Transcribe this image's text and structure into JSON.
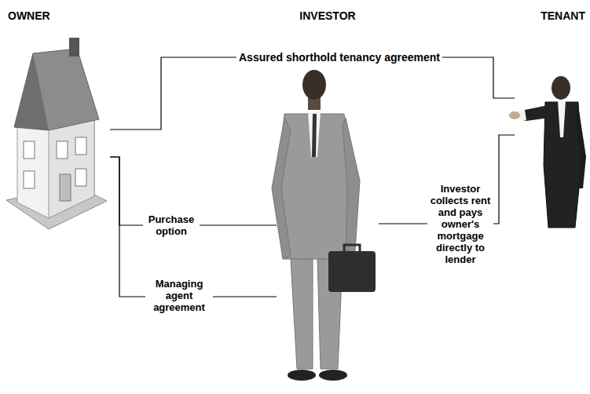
{
  "diagram": {
    "nodes": [
      {
        "text": [
          "OWNER"
        ]
      },
      {
        "text": [
          "INVESTOR"
        ]
      },
      {
        "text": [
          "TENANT"
        ]
      }
    ],
    "edges": [
      {
        "from": 0,
        "to": 2,
        "label": "Assured shorthold tenancy agreement",
        "arrow": "none"
      },
      {
        "from": 0,
        "to": 1,
        "label": "Purchase option",
        "arrow": "none"
      },
      {
        "from": 0,
        "to": 1,
        "label": "Managing agent agreement",
        "arrow": "none"
      },
      {
        "from": 1,
        "to": 2,
        "label": "Investor collects rent and pays owner's mortgage directly to lender",
        "arrow": "none"
      }
    ]
  }
}
